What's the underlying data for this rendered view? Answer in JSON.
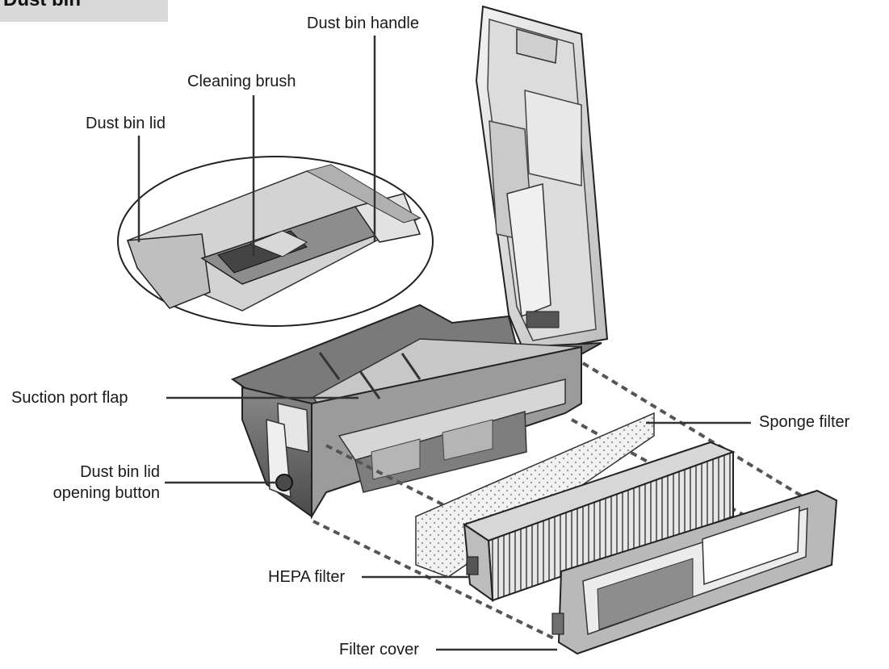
{
  "title": "Dust bin",
  "callouts": {
    "dust_bin_handle": "Dust bin handle",
    "cleaning_brush": "Cleaning brush",
    "dust_bin_lid": "Dust bin lid",
    "suction_port_flap": "Suction port flap",
    "sponge_filter": "Sponge filter",
    "lid_opening_button_line1": "Dust bin lid",
    "lid_opening_button_line2": "opening button",
    "hepa_filter": "HEPA filter",
    "filter_cover": "Filter cover"
  }
}
